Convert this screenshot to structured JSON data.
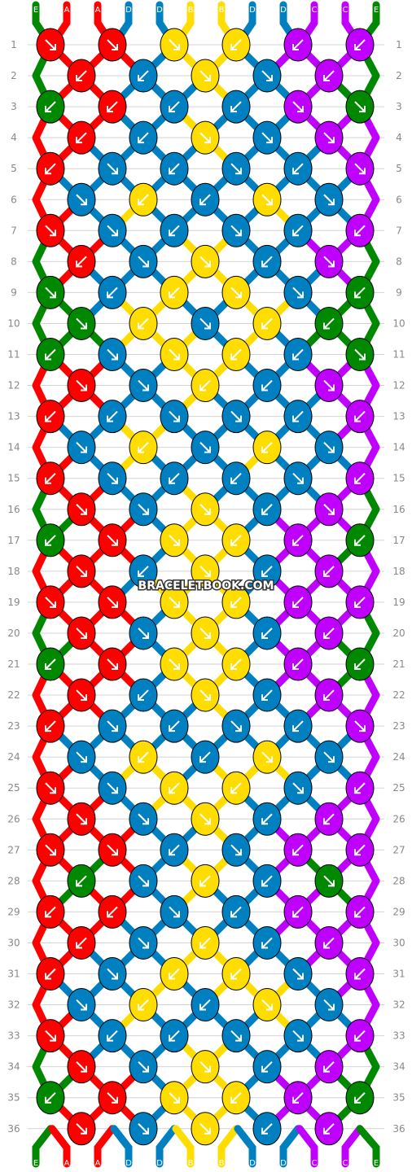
{
  "watermark": "BRACELETBOOK.COM",
  "colors": {
    "A": "#ff0000",
    "B": "#ffdd00",
    "C": "#bf00ff",
    "D": "#0080c0",
    "E": "#008800"
  },
  "strings": [
    "E",
    "A",
    "A",
    "D",
    "D",
    "B",
    "B",
    "D",
    "D",
    "C",
    "C",
    "E"
  ],
  "row_count": 36,
  "row_labels": [
    "1",
    "2",
    "3",
    "4",
    "5",
    "6",
    "7",
    "8",
    "9",
    "10",
    "11",
    "12",
    "13",
    "14",
    "15",
    "16",
    "17",
    "18",
    "19",
    "20",
    "21",
    "22",
    "23",
    "24",
    "25",
    "26",
    "27",
    "28",
    "29",
    "30",
    "31",
    "32",
    "33",
    "34",
    "35",
    "36"
  ],
  "knot_colors": {
    "odd": [
      [
        "A",
        "A",
        "B",
        "B",
        "C",
        "C"
      ],
      [
        "E",
        "A",
        "D",
        "D",
        "C",
        "E"
      ],
      [
        "A",
        "D",
        "D",
        "D",
        "D",
        "C"
      ],
      [
        "A",
        "D",
        "D",
        "D",
        "D",
        "C"
      ],
      [
        "E",
        "D",
        "B",
        "B",
        "D",
        "E"
      ],
      [
        "E",
        "D",
        "B",
        "B",
        "D",
        "E"
      ],
      [
        "A",
        "D",
        "D",
        "D",
        "D",
        "C"
      ],
      [
        "A",
        "D",
        "D",
        "D",
        "D",
        "C"
      ],
      [
        "E",
        "A",
        "B",
        "B",
        "C",
        "E"
      ],
      [
        "A",
        "A",
        "B",
        "B",
        "C",
        "C"
      ],
      [
        "E",
        "A",
        "B",
        "B",
        "C",
        "E"
      ],
      [
        "A",
        "D",
        "D",
        "D",
        "D",
        "C"
      ],
      [
        "A",
        "D",
        "B",
        "B",
        "D",
        "C"
      ],
      [
        "A",
        "A",
        "D",
        "D",
        "C",
        "C"
      ],
      [
        "A",
        "A",
        "D",
        "D",
        "C",
        "C"
      ],
      [
        "A",
        "D",
        "B",
        "B",
        "D",
        "C"
      ],
      [
        "A",
        "D",
        "D",
        "D",
        "D",
        "C"
      ],
      [
        "E",
        "A",
        "B",
        "B",
        "C",
        "E"
      ]
    ],
    "even": [
      [
        "A",
        "D",
        "B",
        "D",
        "C"
      ],
      [
        "A",
        "D",
        "B",
        "D",
        "C"
      ],
      [
        "D",
        "B",
        "D",
        "B",
        "D"
      ],
      [
        "A",
        "D",
        "B",
        "D",
        "C"
      ],
      [
        "E",
        "B",
        "D",
        "B",
        "E"
      ],
      [
        "A",
        "D",
        "B",
        "D",
        "C"
      ],
      [
        "D",
        "B",
        "D",
        "B",
        "D"
      ],
      [
        "A",
        "D",
        "B",
        "D",
        "C"
      ],
      [
        "A",
        "D",
        "B",
        "D",
        "C"
      ],
      [
        "A",
        "D",
        "B",
        "D",
        "C"
      ],
      [
        "A",
        "D",
        "B",
        "D",
        "C"
      ],
      [
        "D",
        "B",
        "D",
        "B",
        "D"
      ],
      [
        "A",
        "D",
        "B",
        "D",
        "C"
      ],
      [
        "E",
        "D",
        "B",
        "D",
        "E"
      ],
      [
        "A",
        "D",
        "B",
        "D",
        "C"
      ],
      [
        "D",
        "B",
        "D",
        "B",
        "D"
      ],
      [
        "A",
        "D",
        "B",
        "D",
        "C"
      ],
      [
        "A",
        "D",
        "B",
        "D",
        "C"
      ]
    ]
  },
  "arrow_dirs": {
    "odd": [
      [
        "se",
        "se",
        "se",
        "sw",
        "sw",
        "sw"
      ],
      [
        "sw",
        "sw",
        "sw",
        "sw",
        "se",
        "se"
      ],
      [
        "sw",
        "se",
        "sw",
        "se",
        "sw",
        "se"
      ],
      [
        "se",
        "se",
        "sw",
        "se",
        "sw",
        "sw"
      ],
      [
        "se",
        "sw",
        "sw",
        "se",
        "se",
        "sw"
      ],
      [
        "sw",
        "se",
        "se",
        "sw",
        "sw",
        "se"
      ],
      [
        "sw",
        "sw",
        "se",
        "se",
        "sw",
        "sw"
      ],
      [
        "sw",
        "se",
        "sw",
        "sw",
        "se",
        "sw"
      ],
      [
        "sw",
        "se",
        "se",
        "sw",
        "sw",
        "sw"
      ],
      [
        "se",
        "se",
        "se",
        "sw",
        "sw",
        "sw"
      ],
      [
        "sw",
        "se",
        "se",
        "sw",
        "sw",
        "sw"
      ],
      [
        "sw",
        "se",
        "sw",
        "se",
        "sw",
        "se"
      ],
      [
        "se",
        "se",
        "sw",
        "sw",
        "se",
        "sw"
      ],
      [
        "se",
        "se",
        "sw",
        "se",
        "sw",
        "sw"
      ],
      [
        "sw",
        "sw",
        "se",
        "sw",
        "sw",
        "sw"
      ],
      [
        "sw",
        "se",
        "sw",
        "sw",
        "se",
        "sw"
      ],
      [
        "se",
        "sw",
        "sw",
        "se",
        "se",
        "sw"
      ],
      [
        "sw",
        "se",
        "se",
        "sw",
        "sw",
        "sw"
      ]
    ],
    "even": [
      [
        "sw",
        "sw",
        "se",
        "se",
        "sw"
      ],
      [
        "sw",
        "sw",
        "se",
        "se",
        "se"
      ],
      [
        "se",
        "sw",
        "sw",
        "se",
        "se"
      ],
      [
        "sw",
        "se",
        "se",
        "sw",
        "se"
      ],
      [
        "se",
        "sw",
        "se",
        "sw",
        "sw"
      ],
      [
        "se",
        "se",
        "sw",
        "sw",
        "se"
      ],
      [
        "se",
        "sw",
        "se",
        "sw",
        "se"
      ],
      [
        "se",
        "se",
        "se",
        "sw",
        "se"
      ],
      [
        "se",
        "sw",
        "se",
        "sw",
        "sw"
      ],
      [
        "se",
        "se",
        "se",
        "sw",
        "sw"
      ],
      [
        "se",
        "sw",
        "se",
        "sw",
        "sw"
      ],
      [
        "se",
        "sw",
        "sw",
        "se",
        "se"
      ],
      [
        "se",
        "se",
        "se",
        "sw",
        "sw"
      ],
      [
        "sw",
        "se",
        "sw",
        "sw",
        "se"
      ],
      [
        "sw",
        "se",
        "sw",
        "sw",
        "sw"
      ],
      [
        "se",
        "sw",
        "sw",
        "se",
        "se"
      ],
      [
        "se",
        "se",
        "se",
        "sw",
        "sw"
      ],
      [
        "se",
        "se",
        "se",
        "sw",
        "sw"
      ]
    ]
  }
}
